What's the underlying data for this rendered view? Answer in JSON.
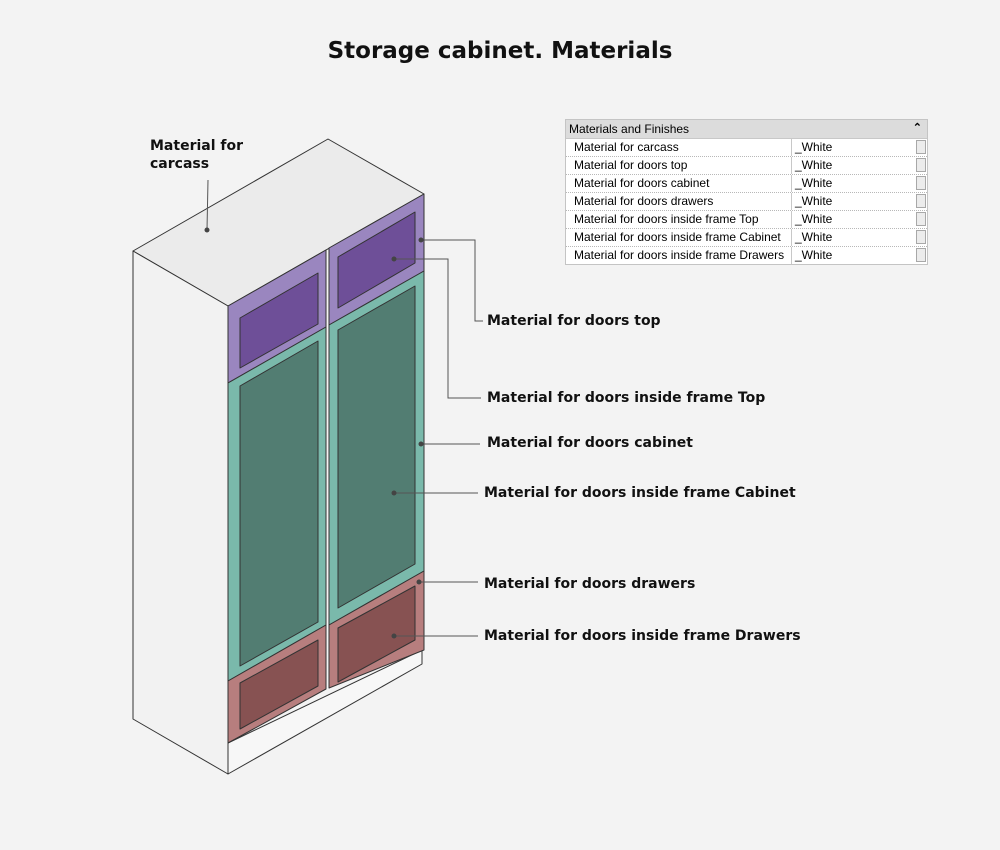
{
  "title": "Storage cabinet. Materials",
  "callouts": {
    "carcass": "Material for carcass",
    "doors_top": "Material for doors top",
    "inside_frame_top": "Material for doors inside frame Top",
    "doors_cabinet": "Material for doors cabinet",
    "inside_frame_cabinet": "Material for doors inside frame Cabinet",
    "doors_drawers": "Material for doors drawers",
    "inside_frame_drawers": "Material for doors inside frame Drawers"
  },
  "properties_panel": {
    "header": "Materials and Finishes",
    "collapse_icon": "double-chevron-up-icon",
    "rows": [
      {
        "name": "Material for carcass",
        "value": "_White"
      },
      {
        "name": "Material for doors top",
        "value": "_White"
      },
      {
        "name": "Material for doors cabinet",
        "value": "_White"
      },
      {
        "name": "Material for doors drawers",
        "value": "_White"
      },
      {
        "name": "Material for doors inside frame Top",
        "value": "_White"
      },
      {
        "name": "Material for doors inside frame Cabinet",
        "value": "_White"
      },
      {
        "name": "Material for doors inside frame Drawers",
        "value": "_White"
      }
    ]
  },
  "colors": {
    "background": "#f3f3f3",
    "carcass_top": "#ebebeb",
    "carcass_side": "#f2f2f2",
    "doors_top_frame": "#9a86bf",
    "doors_top_panel": "#6e4f98",
    "doors_cabinet_frame": "#7ab9ab",
    "doors_cabinet_panel": "#527d72",
    "doors_drawers_frame": "#b77e7e",
    "doors_drawers_panel": "#875252",
    "outline": "#333333",
    "leader": "#555555"
  }
}
